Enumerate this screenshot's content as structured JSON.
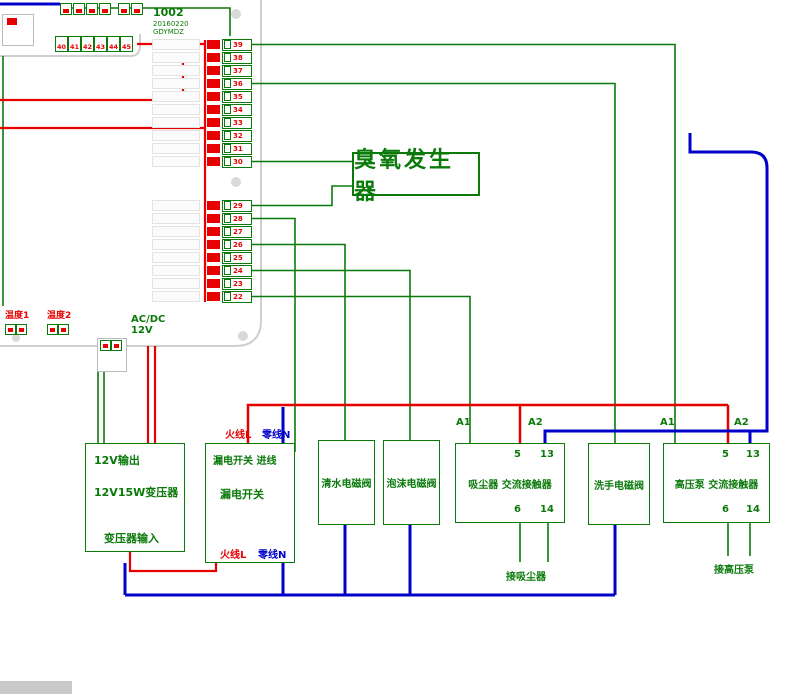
{
  "pcb": {
    "model": "1002",
    "rev": "20160220",
    "code": "GDYMDZ",
    "top_terminals": [
      "40",
      "41",
      "42",
      "43",
      "44",
      "45"
    ],
    "strip_upper": [
      "39",
      "38",
      "37",
      "36",
      "35",
      "34",
      "33",
      "32",
      "31",
      "30"
    ],
    "strip_lower": [
      "29",
      "28",
      "27",
      "26",
      "25",
      "24",
      "23",
      "22"
    ],
    "temp1": "温度1",
    "temp2": "温度2",
    "acdc_line1": "AC/DC",
    "acdc_line2": "12V"
  },
  "labels": {
    "ozone": "臭氧发生器",
    "live": "火线L",
    "neutral": "零线N",
    "a1": "A1",
    "a2": "A2"
  },
  "transformer": {
    "output": "12V输出",
    "name": "12V15W变压器",
    "input": "变压器输入"
  },
  "breaker": {
    "title": "漏电开关",
    "inlet": "进线",
    "name": "漏电开关",
    "live": "火线L",
    "neutral": "零线N"
  },
  "valves": {
    "clean": "清水电磁阀",
    "foam": "泡沫电磁阀",
    "hand": "洗手电磁阀"
  },
  "contactor_vacuum": {
    "name": "吸尘器 交流接触器",
    "t5": "5",
    "t13": "13",
    "t6": "6",
    "t14": "14",
    "load": "接吸尘器"
  },
  "contactor_pump": {
    "name": "高压泵 交流接触器",
    "t5": "5",
    "t13": "13",
    "t6": "6",
    "t14": "14",
    "load": "接高压泵"
  },
  "colors": {
    "wire_green": "#0b7a0b",
    "wire_red": "#e60000",
    "wire_blue": "#0000c8",
    "board_outline": "#cfcfcf"
  }
}
